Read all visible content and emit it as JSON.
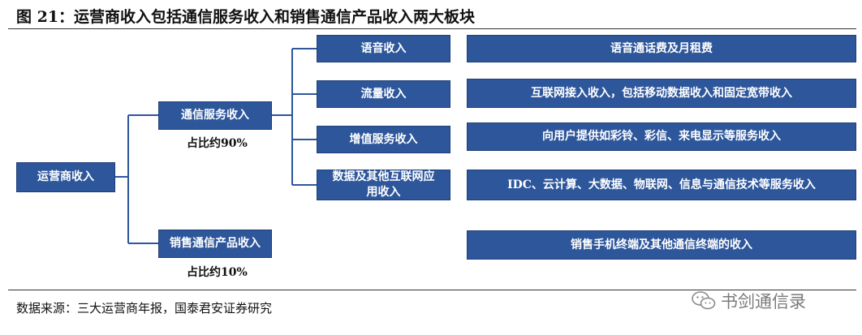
{
  "title": "图 21：运营商收入包括通信服务收入和销售通信产品收入两大板块",
  "root": {
    "label": "运营商收入"
  },
  "branches": [
    {
      "label": "通信服务收入",
      "share": "占比约90%"
    },
    {
      "label": "销售通信产品收入",
      "share": "占比约10%"
    }
  ],
  "services": [
    {
      "label": "语音收入",
      "detail": "语音通话费及月租费"
    },
    {
      "label": "流量收入",
      "detail": "互联网接入收入，包括移动数据收入和固定宽带收入"
    },
    {
      "label": "增值服务收入",
      "detail": "向用户提供如彩铃、彩信、来电显示等服务收入"
    },
    {
      "label": "数据及其他互联网应用收入",
      "detail": "IDC、云计算、大数据、物联网、信息与通信技术等服务收入"
    }
  ],
  "product_detail": "销售手机终端及其他通信终端的收入",
  "source": "数据来源：三大运营商年报，国泰君安证券研究",
  "watermark": {
    "text": "书剑通信录",
    "icon": "wechat-icon"
  },
  "colors": {
    "box": "#2d569b",
    "connector": "#2d569b"
  }
}
